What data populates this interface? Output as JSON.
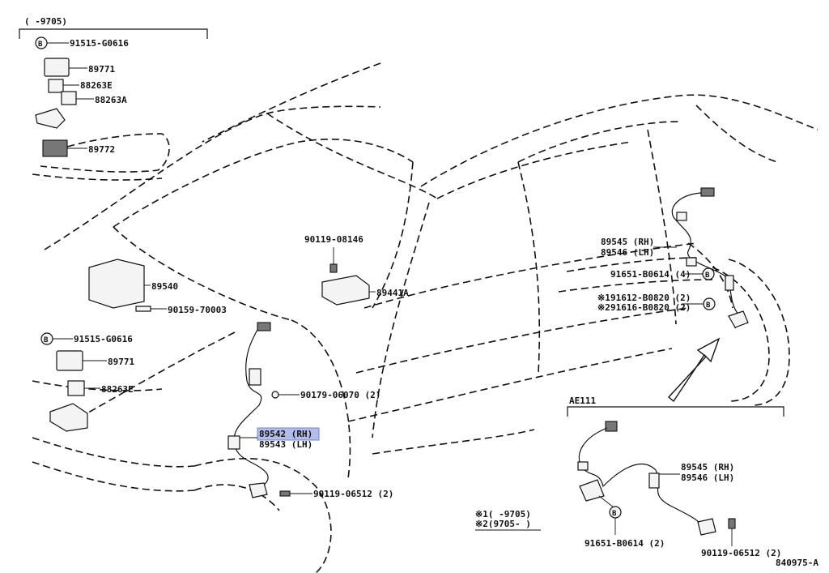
{
  "diagram": {
    "drawing_number": "840975-A",
    "relay_group": {
      "bracket_label": "(   -9705)",
      "parts": [
        "91515-G0616",
        "89771",
        "88263E",
        "88263A",
        "89772"
      ]
    },
    "relay_group_lower": {
      "parts": [
        "91515-G0616",
        "89771",
        "88263E"
      ]
    },
    "center": {
      "computer": "89540",
      "computer_bolt": "90159-70003",
      "sensor_bolt_top": "90119-08146",
      "yaw_sensor": "89441A",
      "clip": "90179-06070 (2)"
    },
    "front_sensor": {
      "rh": "89542 (RH)",
      "lh": "89543 (LH)",
      "bolt": "90119-06512 (2)"
    },
    "rear_sensor": {
      "rh": "89545 (RH)",
      "lh": "89546 (LH)",
      "clamp": "91651-B0614 (4)",
      "bolt1": "91612-B0820 (2)",
      "bolt2": "91616-B0820 (2)",
      "marker1": "※1",
      "marker2": "※2"
    },
    "inset": {
      "model": "AE111",
      "rh": "89545 (RH)",
      "lh": "89546 (LH)",
      "clamp": "91651-B0614 (2)",
      "bolt": "90119-06512 (2)"
    },
    "legend": {
      "line1": "※1(    -9705)",
      "line2": "※2(9705-     )"
    },
    "circle_letter": "B"
  }
}
